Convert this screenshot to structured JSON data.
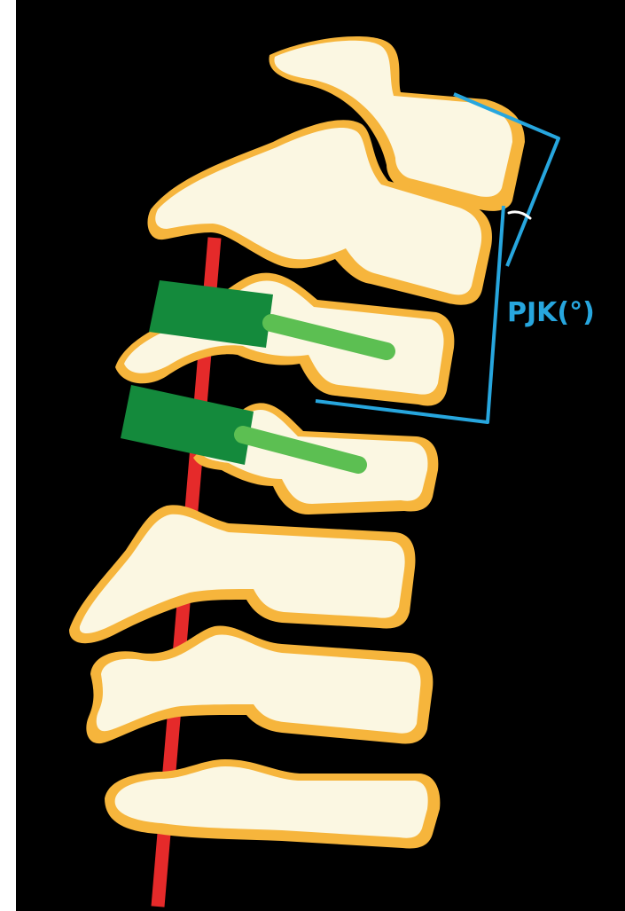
{
  "figure": {
    "background_color": "#000000",
    "colors": {
      "vertebra_fill": "#fbf7e2",
      "vertebra_outline": "#f6b53c",
      "spinal_cord": "#e52a2a",
      "screw_head": "#148a3c",
      "screw_shaft": "#5cbf52",
      "angle_measurement": "#27a6de",
      "angle_arc": "#ffffff"
    },
    "vertebra_count": 7,
    "instrumented_levels": 2,
    "angle_label": "PJK(°)"
  }
}
